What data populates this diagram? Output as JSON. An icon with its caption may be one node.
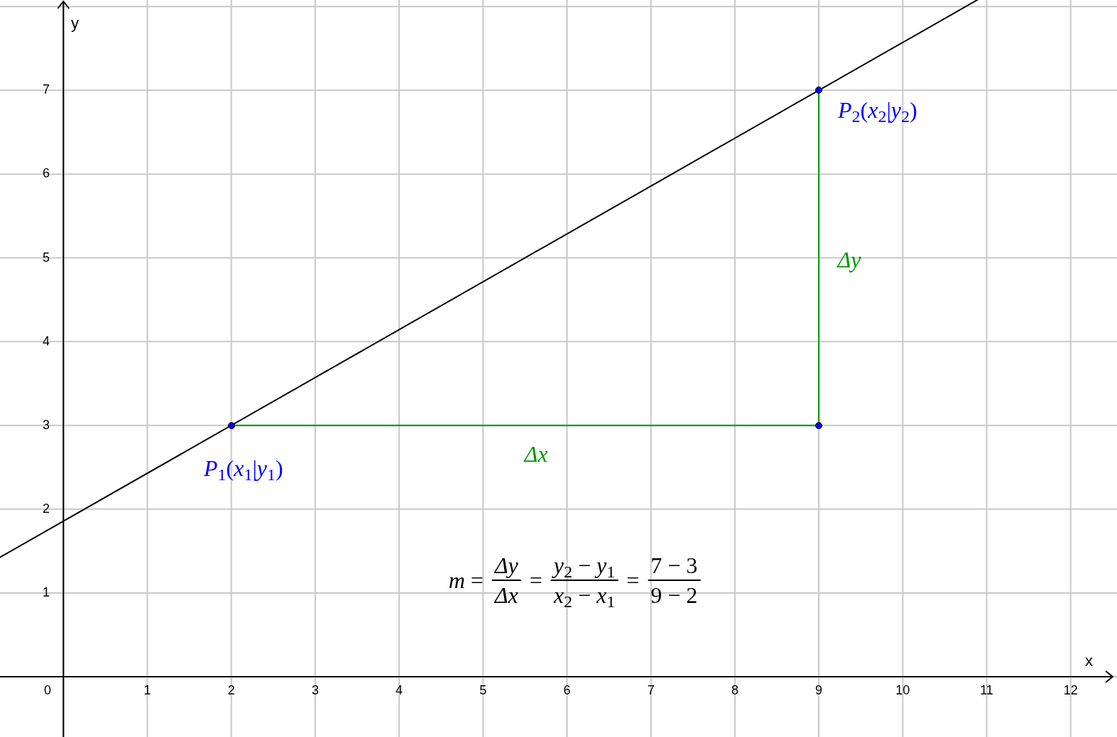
{
  "diagram": {
    "nodes": [
      {
        "text": [],
        "shape": "circle",
        "beside": [
          "*P*$_{1}$(*x*$_{1}$|*y*$_{1}$)"
        ]
      },
      {
        "text": [],
        "shape": "circle"
      },
      {
        "text": [],
        "shape": "circle",
        "beside": [
          "*P*$_{2}$(*x*$_{2}$|*y*$_{2}$)"
        ]
      }
    ],
    "edges": [
      {
        "from": 0,
        "to": 1,
        "arrow": "none",
        "label": "Δx"
      },
      {
        "from": 1,
        "to": 2,
        "arrow": "none",
        "label": "Δy"
      }
    ],
    "labels": [
      "y",
      "7",
      "6",
      "5",
      "4",
      "3",
      "2",
      "1",
      "*m* =",
      "Δy",
      "Δx",
      "=",
      "*y*$_{2}$ − *y*$_{1}$",
      "*x*$_{2}$ − *x*$_{1}$",
      "=",
      "7 − 3",
      "9 − 2",
      "x",
      "0",
      "1",
      "2",
      "3",
      "4",
      "5",
      "6",
      "7",
      "8",
      "9",
      "10",
      "11",
      "12"
    ]
  }
}
